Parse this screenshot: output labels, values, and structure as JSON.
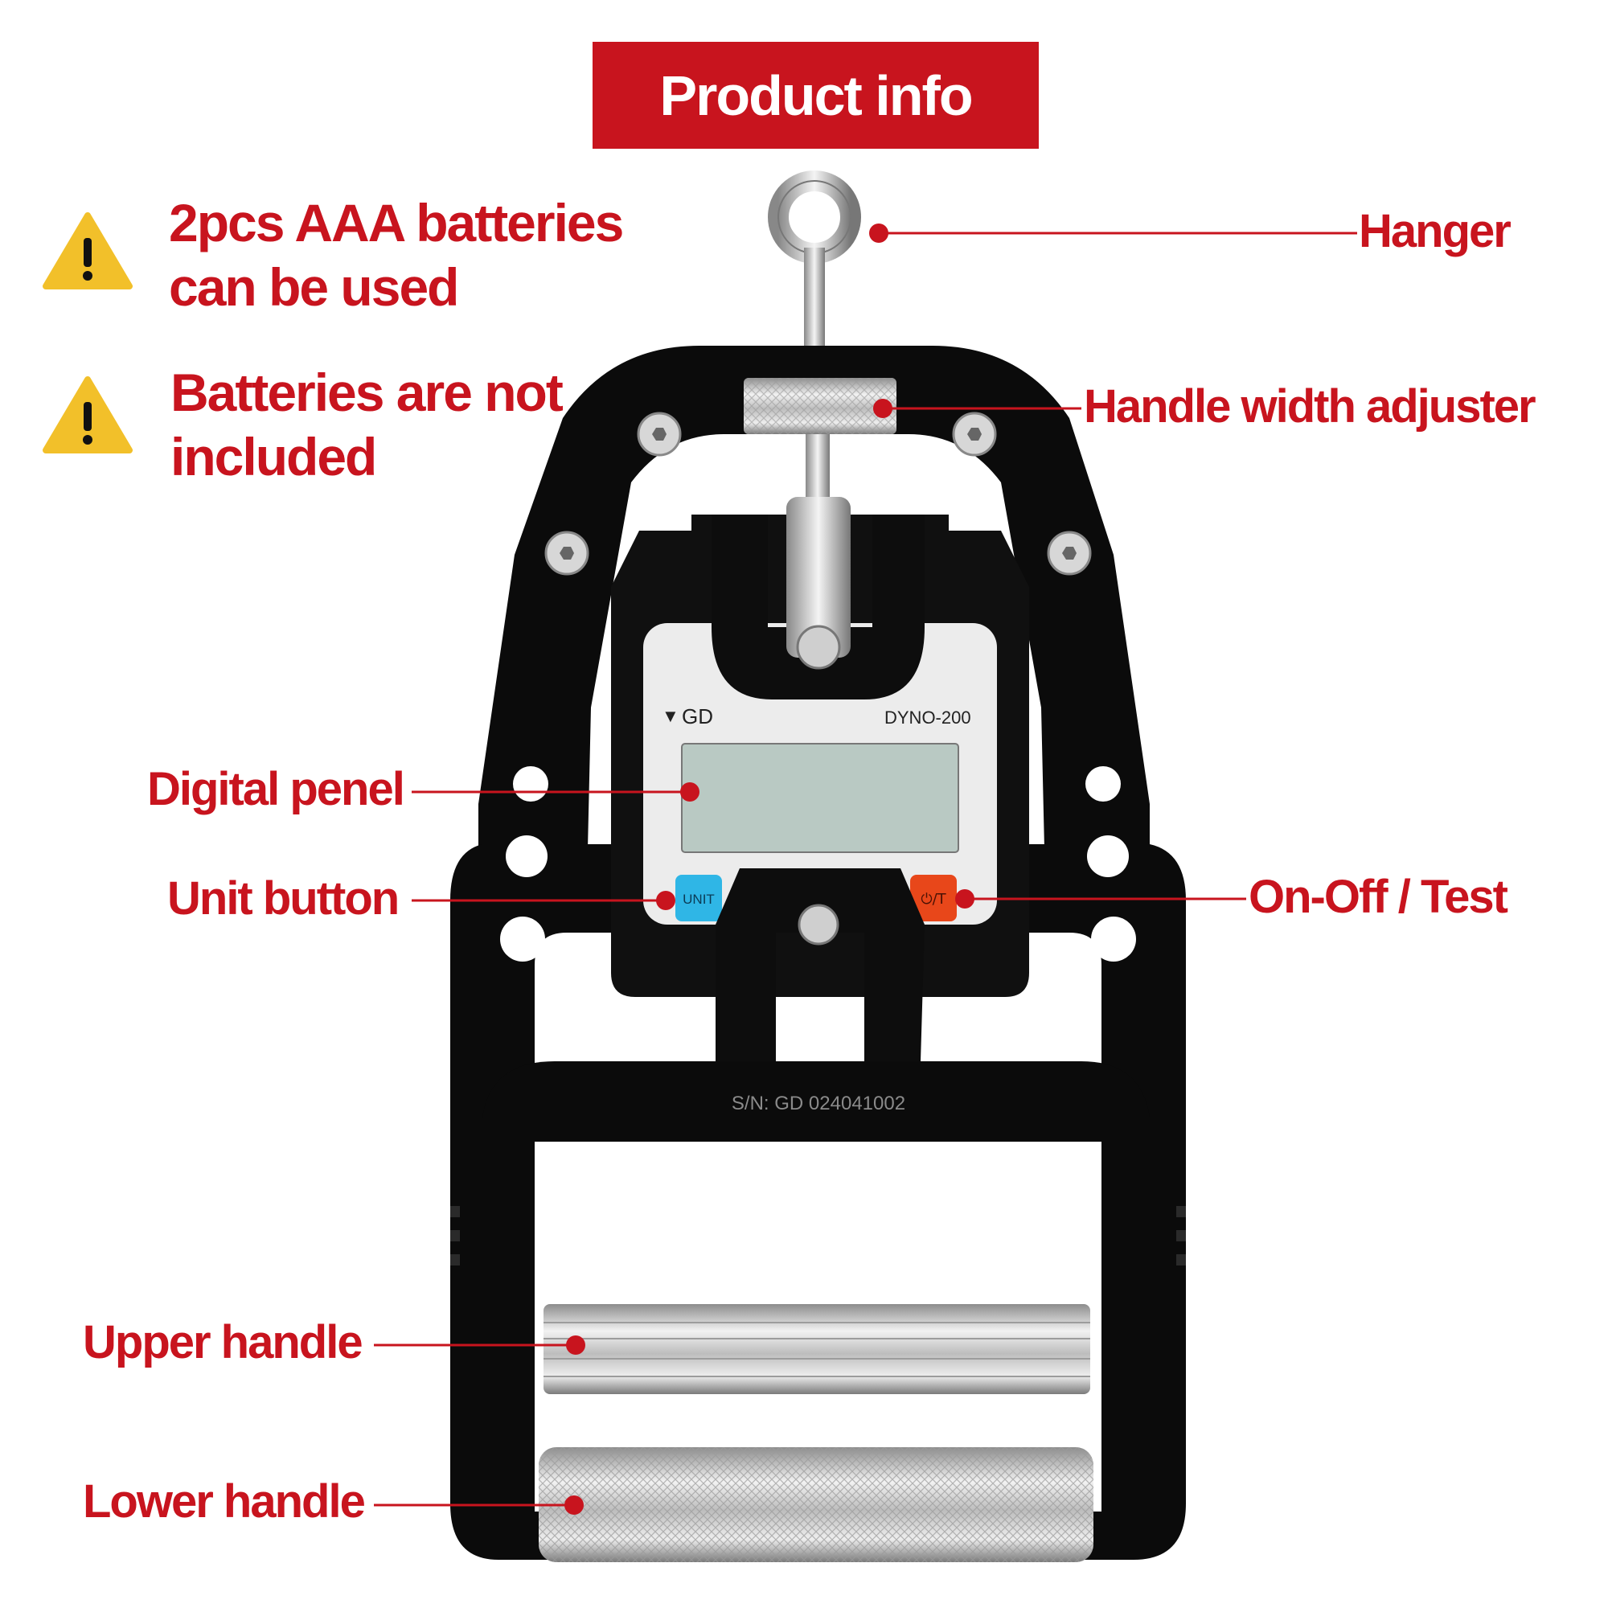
{
  "title": "Product info",
  "notes": [
    "2pcs AAA batteries can be used",
    "Batteries are not included"
  ],
  "labels": {
    "hanger": "Hanger",
    "handle_width_adjuster": "Handle width adjuster",
    "digital_panel": "Digital penel",
    "unit_button": "Unit button",
    "on_off_test": "On-Off / Test",
    "upper_handle": "Upper handle",
    "lower_handle": "Lower handle"
  },
  "device": {
    "brand": "GD",
    "model": "DYNO-200",
    "serial": "S/N: GD 024041002",
    "unit_button_text": "UNIT",
    "power_button_text": "⏻/T"
  },
  "colors": {
    "accent": "#c8141e",
    "warning": "#f2c02a",
    "unit_button": "#2fb6e6",
    "power_button": "#e8471a",
    "lcd": "#b9c9c3"
  }
}
